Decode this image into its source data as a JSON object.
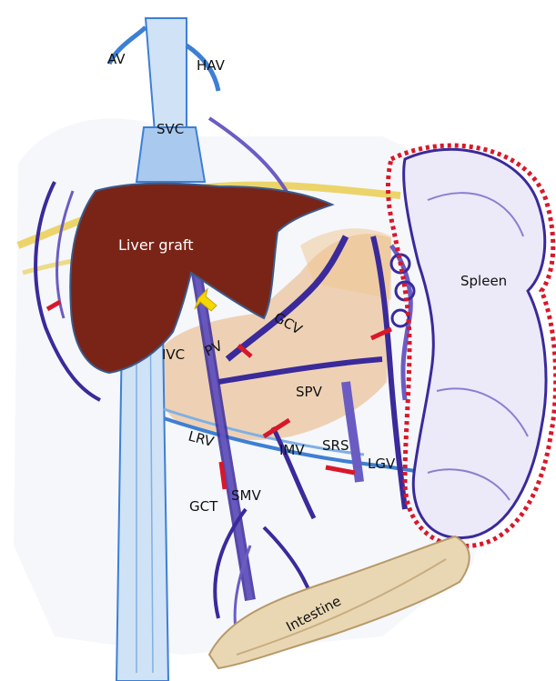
{
  "labels": {
    "av": "AV",
    "hav": "HAV",
    "svc": "SVC",
    "liver_graft": "Liver graft",
    "spleen": "Spleen",
    "gcv": "GCV",
    "ivc": "IVC",
    "pv": "PV",
    "spv": "SPV",
    "lrv": "LRV",
    "imv": "IMV",
    "srs": "SRS",
    "lgv": "LGV",
    "gct": "GCT",
    "smv": "SMV",
    "intestine": "Intestine"
  },
  "colors": {
    "liver": "#7a2418",
    "liver_outline": "#3b5a8a",
    "vein_blue": "#3d7fd4",
    "vein_light": "#b7d3f0",
    "vein_purple": "#3a2a9a",
    "purple_shade": "#6b5cc4",
    "spleen_fill": "#ece9f8",
    "ligation_red": "#d8182a",
    "orange_shade": "#e8b27a",
    "yellow_band": "#e8c83a",
    "arrow_yellow": "#f5d800",
    "intestine_fill": "#e9d7b4"
  }
}
